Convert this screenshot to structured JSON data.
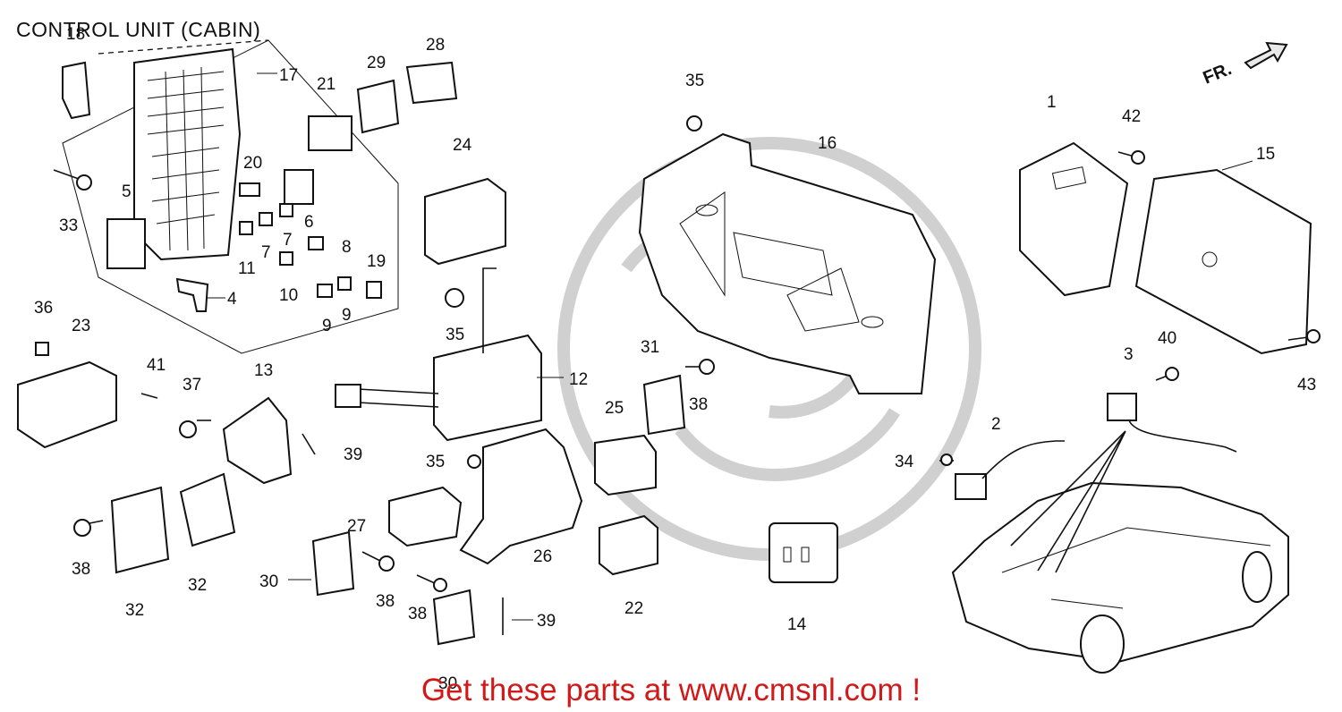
{
  "title": "CONTROL UNIT (CABIN)",
  "direction_label": "FR.",
  "promo_text": "Get these parts at www.cmsnl.com !",
  "colors": {
    "promo": "#d21919",
    "ink": "#111111",
    "watermark": "#d0d0d0"
  },
  "callouts": [
    {
      "id": "c18",
      "label": "18"
    },
    {
      "id": "c17",
      "label": "17"
    },
    {
      "id": "c29",
      "label": "29"
    },
    {
      "id": "c28",
      "label": "28"
    },
    {
      "id": "c21",
      "label": "21"
    },
    {
      "id": "c35a",
      "label": "35"
    },
    {
      "id": "c1",
      "label": "1"
    },
    {
      "id": "c42",
      "label": "42"
    },
    {
      "id": "c16",
      "label": "16"
    },
    {
      "id": "c15",
      "label": "15"
    },
    {
      "id": "c24",
      "label": "24"
    },
    {
      "id": "c20",
      "label": "20"
    },
    {
      "id": "c5",
      "label": "5"
    },
    {
      "id": "c33",
      "label": "33"
    },
    {
      "id": "c6",
      "label": "6"
    },
    {
      "id": "c7a",
      "label": "7"
    },
    {
      "id": "c7b",
      "label": "7"
    },
    {
      "id": "c8",
      "label": "8"
    },
    {
      "id": "c11",
      "label": "11"
    },
    {
      "id": "c19",
      "label": "19"
    },
    {
      "id": "c10",
      "label": "10"
    },
    {
      "id": "c9a",
      "label": "9"
    },
    {
      "id": "c9b",
      "label": "9"
    },
    {
      "id": "c4",
      "label": "4"
    },
    {
      "id": "c36",
      "label": "36"
    },
    {
      "id": "c23",
      "label": "23"
    },
    {
      "id": "c35b",
      "label": "35"
    },
    {
      "id": "c41",
      "label": "41"
    },
    {
      "id": "c13",
      "label": "13"
    },
    {
      "id": "c37",
      "label": "37"
    },
    {
      "id": "c12",
      "label": "12"
    },
    {
      "id": "c31",
      "label": "31"
    },
    {
      "id": "c38a",
      "label": "38"
    },
    {
      "id": "c3",
      "label": "3"
    },
    {
      "id": "c40",
      "label": "40"
    },
    {
      "id": "c43",
      "label": "43"
    },
    {
      "id": "c39a",
      "label": "39"
    },
    {
      "id": "c25",
      "label": "25"
    },
    {
      "id": "c2",
      "label": "2"
    },
    {
      "id": "c34",
      "label": "34"
    },
    {
      "id": "c35c",
      "label": "35"
    },
    {
      "id": "c27",
      "label": "27"
    },
    {
      "id": "c26",
      "label": "26"
    },
    {
      "id": "c38b",
      "label": "38"
    },
    {
      "id": "c32a",
      "label": "32"
    },
    {
      "id": "c32b",
      "label": "32"
    },
    {
      "id": "c30a",
      "label": "30"
    },
    {
      "id": "c38c",
      "label": "38"
    },
    {
      "id": "c38d",
      "label": "38"
    },
    {
      "id": "c39b",
      "label": "39"
    },
    {
      "id": "c22",
      "label": "22"
    },
    {
      "id": "c14",
      "label": "14"
    },
    {
      "id": "c30b",
      "label": "30"
    }
  ]
}
